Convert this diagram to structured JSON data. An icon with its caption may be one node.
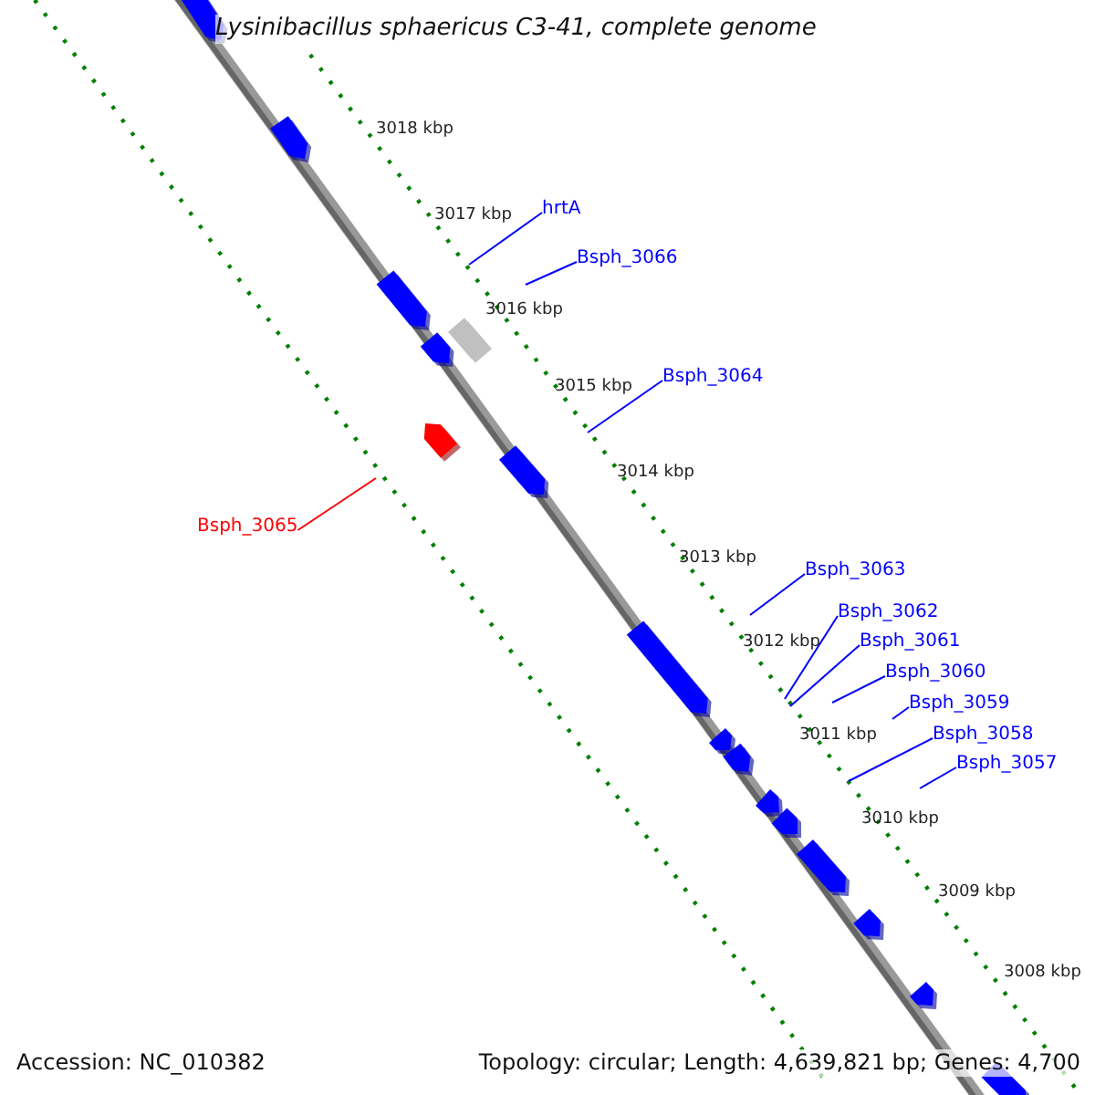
{
  "diagram": {
    "title": "Lysinibacillus sphaericus C3-41, complete genome",
    "nodes": [
      {
        "text": [
          "hrtA"
        ]
      },
      {
        "text": [
          "Bsph_3066"
        ]
      },
      {
        "text": [
          "Bsph_3064"
        ]
      },
      {
        "text": [
          "Bsph_3065"
        ]
      },
      {
        "text": [
          "Bsph_3063"
        ]
      },
      {
        "text": [
          "Bsph_3062"
        ]
      },
      {
        "text": [
          "Bsph_3061"
        ]
      },
      {
        "text": [
          "Bsph_3060"
        ]
      },
      {
        "text": [
          "Bsph_3059"
        ]
      },
      {
        "text": [
          "Bsph_3058"
        ]
      },
      {
        "text": [
          "Bsph_3057"
        ]
      }
    ],
    "edges": [
      {
        "from": 0,
        "to": null,
        "arrow": "none"
      },
      {
        "from": 1,
        "to": null,
        "arrow": "none"
      },
      {
        "from": 2,
        "to": null,
        "arrow": "none"
      },
      {
        "from": 3,
        "to": null,
        "arrow": "none",
        "color": "#ff0000"
      },
      {
        "from": 4,
        "to": null,
        "arrow": "none"
      },
      {
        "from": 5,
        "to": null,
        "arrow": "none"
      },
      {
        "from": 6,
        "to": null,
        "arrow": "none"
      },
      {
        "from": 7,
        "to": null,
        "arrow": "none"
      },
      {
        "from": 8,
        "to": null,
        "arrow": "none"
      },
      {
        "from": 9,
        "to": null,
        "arrow": "none"
      },
      {
        "from": 10,
        "to": null,
        "arrow": "none"
      }
    ],
    "labels": [
      "3018 kbp",
      "3017 kbp",
      "3016 kbp",
      "3015 kbp",
      "3014 kbp",
      "3013 kbp",
      "3012 kbp",
      "3011 kbp",
      "3010 kbp",
      "3009 kbp",
      "3008 kbp",
      "Accession: NC_010382",
      "Topology: circular; Length: 4,639,821 bp; Genes: 4,700"
    ]
  }
}
